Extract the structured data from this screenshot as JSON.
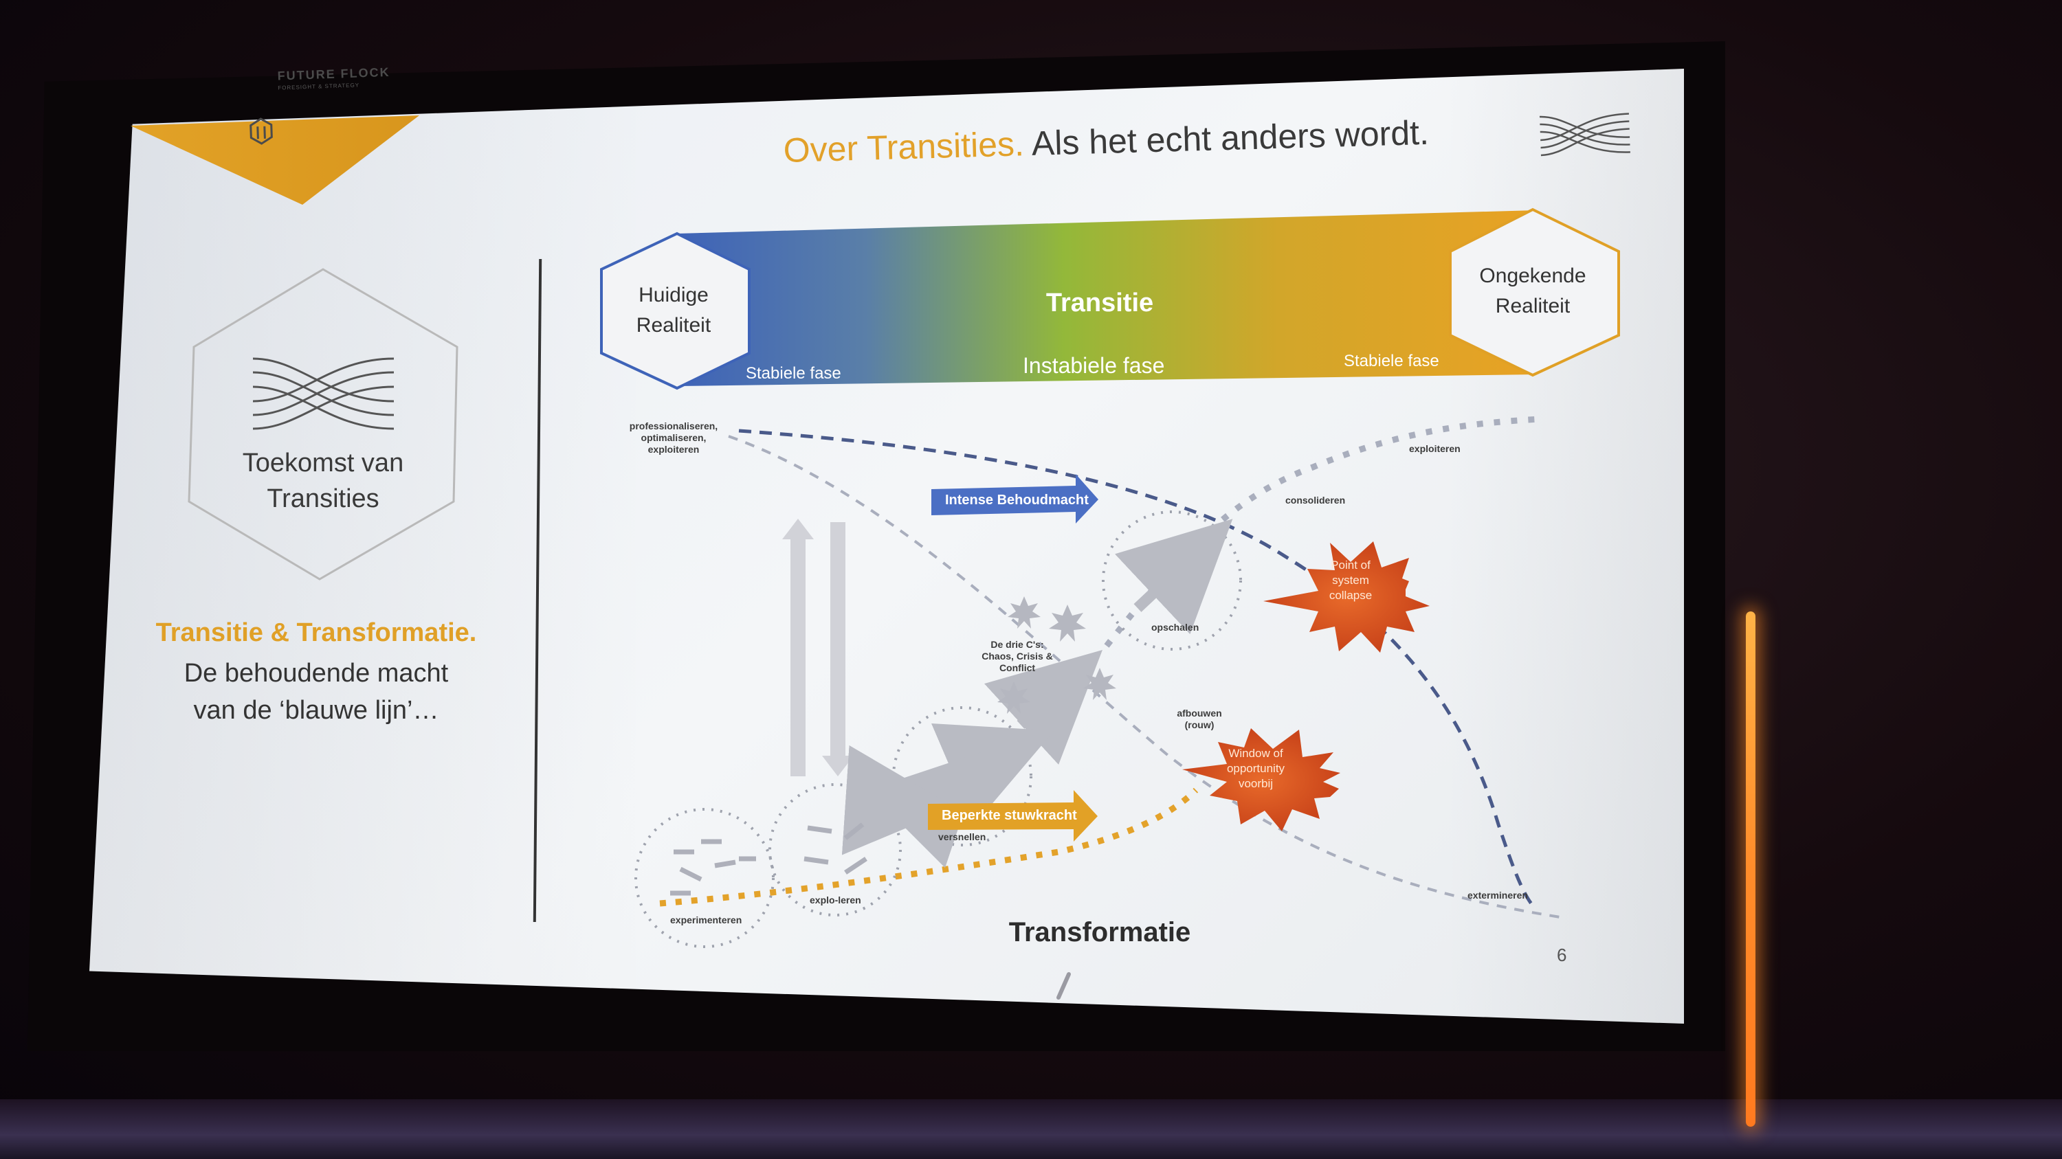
{
  "slide": {
    "logo": {
      "brand": "FUTURE FLOCK",
      "tagline": "FORESIGHT & STRATEGY"
    },
    "title": {
      "accent": "Over Transities.",
      "rest": "Als het echt anders wordt."
    },
    "left_panel": {
      "hex_label_line1": "Toekomst van",
      "hex_label_line2": "Transities",
      "heading": "Transitie & Transformatie.",
      "body_line1": "De behoudende macht",
      "body_line2": "van de ‘blauwe lijn’…"
    },
    "band": {
      "title": "Transitie",
      "start_line1": "Huidige",
      "start_line2": "Realiteit",
      "end_line1": "Ongekende",
      "end_line2": "Realiteit",
      "phase_left": "Stabiele fase",
      "phase_middle": "Instabiele fase",
      "phase_right": "Stabiele fase",
      "gradient": [
        "#3e63b8",
        "#92b83a",
        "#e7a624"
      ]
    },
    "diagram": {
      "top_left_note_1": "professionaliseren,",
      "top_left_note_2": "optimaliseren,",
      "top_left_note_3": "exploiteren",
      "exploiteren": "exploiteren",
      "consolideren": "consolideren",
      "opschalen": "opschalen",
      "drie_c_1": "De drie C's:",
      "drie_c_2": "Chaos, Crisis &",
      "drie_c_3": "Conflict",
      "afbouwen_1": "afbouwen",
      "afbouwen_2": "(rouw)",
      "versnellen": "versnellen",
      "exploreren": "explo-leren",
      "experimenteren": "experimenteren",
      "extermineren": "extermineren",
      "blue_arrow": "Intense Behoudmacht",
      "orange_arrow": "Beperkte stuwkracht",
      "burst_1_line1": "Point of",
      "burst_1_line2": "system",
      "burst_1_line3": "collapse",
      "burst_2_line1": "Window of",
      "burst_2_line2": "opportunity",
      "burst_2_line3": "voorbij",
      "colors": {
        "blue_line": "#4a5a8a",
        "orange_line": "#e3a22a",
        "burst": "#d9501f"
      }
    },
    "footer_title": "Transformatie",
    "page_number": "6"
  }
}
